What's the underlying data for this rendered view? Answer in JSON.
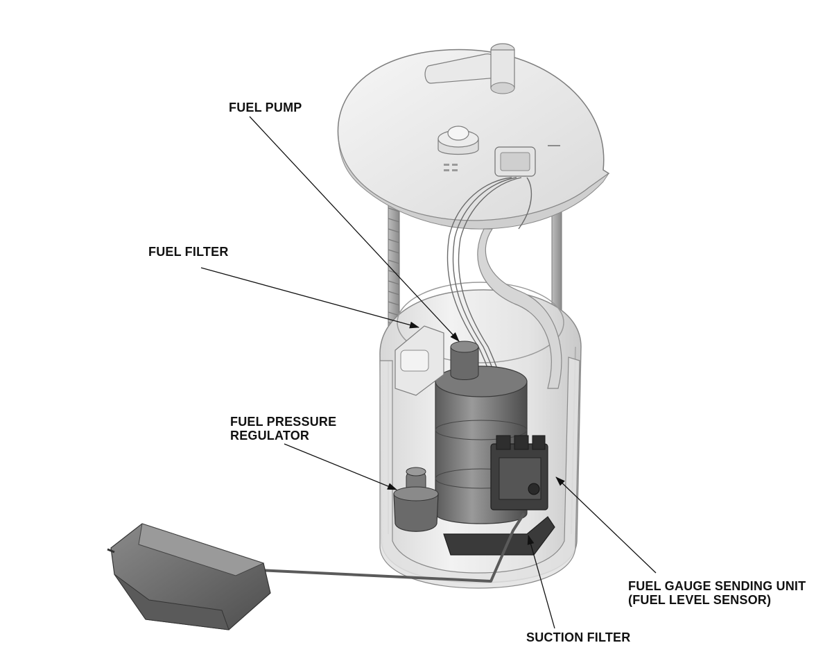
{
  "labels": {
    "fuel_pump": "FUEL PUMP",
    "fuel_filter": "FUEL FILTER",
    "fuel_pressure_regulator_line1": "FUEL PRESSURE",
    "fuel_pressure_regulator_line2": "REGULATOR",
    "fuel_gauge_sending_unit_line1": "FUEL GAUGE SENDING UNIT",
    "fuel_gauge_sending_unit_line2": "(FUEL LEVEL SENSOR)",
    "suction_filter": "SUCTION FILTER"
  },
  "colors": {
    "background": "#ffffff",
    "text": "#111111",
    "leader_line": "#111111"
  }
}
